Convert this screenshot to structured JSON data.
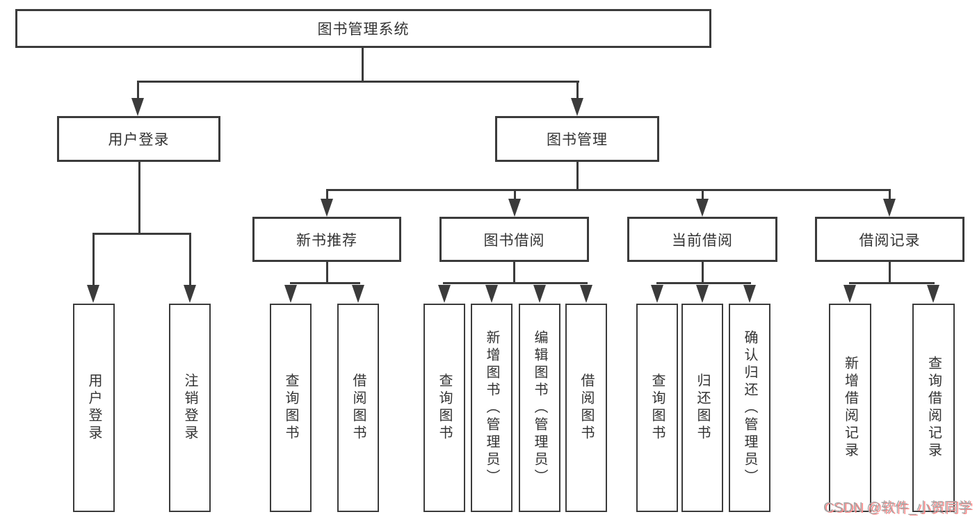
{
  "diagram": {
    "root": {
      "label": "图书管理系统"
    },
    "level2": [
      {
        "label": "用户登录"
      },
      {
        "label": "图书管理"
      }
    ],
    "level3": [
      {
        "label": "新书推荐"
      },
      {
        "label": "图书借阅"
      },
      {
        "label": "当前借阅"
      },
      {
        "label": "借阅记录"
      }
    ],
    "leaves": {
      "user_login": [
        {
          "label": "用户登录"
        },
        {
          "label": "注销登录"
        }
      ],
      "new_book_recommend": [
        {
          "label": "查询图书"
        },
        {
          "label": "借阅图书"
        }
      ],
      "book_borrow": [
        {
          "label": "查询图书"
        },
        {
          "label": "新增图书（管理员）"
        },
        {
          "label": "编辑图书（管理员）"
        },
        {
          "label": "借阅图书"
        }
      ],
      "current_borrow": [
        {
          "label": "查询图书"
        },
        {
          "label": "归还图书"
        },
        {
          "label": "确认归还（管理员）"
        }
      ],
      "borrow_record": [
        {
          "label": "新增借阅记录"
        },
        {
          "label": "查询借阅记录"
        }
      ]
    }
  },
  "watermark": {
    "text": "CSDN @软件_小贺同学"
  },
  "colors": {
    "line": "#3b3b3b",
    "text": "#333333",
    "box_bg": "#ffffff",
    "page_bg": "#ffffff",
    "watermark": "#a6a6a6",
    "watermark_accent": "#ff8a8a"
  }
}
